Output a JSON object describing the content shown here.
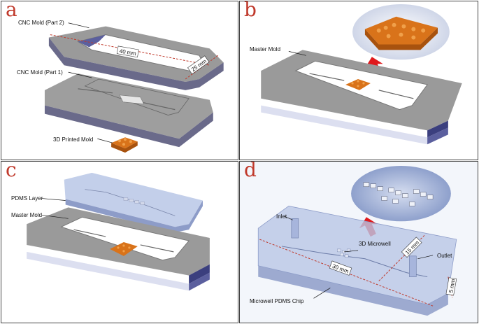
{
  "panels": {
    "a": {
      "label": "a",
      "callouts": {
        "cnc_part2": "CNC Mold (Part 2)",
        "cnc_part1": "CNC Mold (Part 1)",
        "printed_mold": "3D Printed Mold"
      },
      "dims": {
        "length": "40 mm",
        "width": "25 mm"
      }
    },
    "b": {
      "label": "b",
      "callouts": {
        "master_mold": "Master Mold"
      }
    },
    "c": {
      "label": "c",
      "callouts": {
        "pdms_layer": "PDMS Layer",
        "master_mold": "Master Mold"
      }
    },
    "d": {
      "label": "d",
      "callouts": {
        "inlet": "Inlet",
        "microwell": "3D Microwell",
        "outlet": "Outlet",
        "chip": "Microwell PDMS Chip"
      },
      "dims": {
        "length": "30 mm",
        "width": "15 mm",
        "height": "5 mm"
      }
    }
  },
  "colors": {
    "label_red": "#c0392b",
    "mold_gray": "#8e8e8e",
    "mold_top": "#a7a7a7",
    "side_blue": "#5b5f9e",
    "print_orange": "#d9731a",
    "pdms_blue": "#b9c7e6",
    "dim_red": "#c0392b"
  }
}
